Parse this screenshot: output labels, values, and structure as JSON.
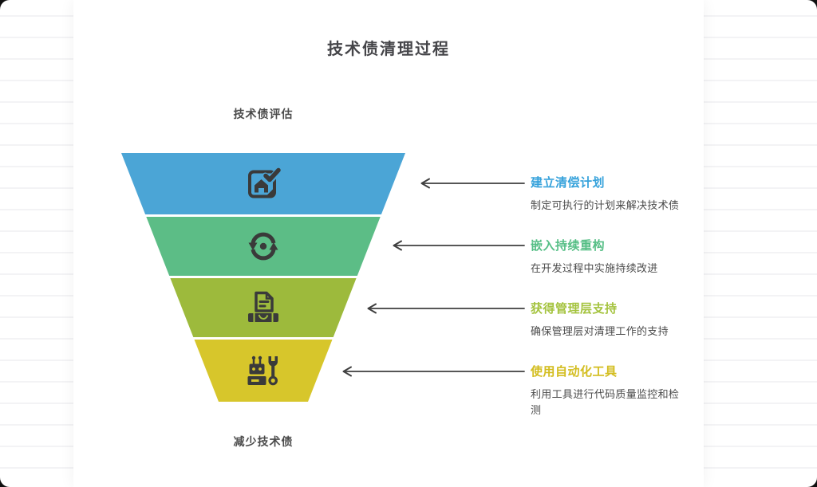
{
  "page": {
    "title": "技术债清理过程"
  },
  "colors": {
    "heading_text": "#454549",
    "label_text": "#4b4b4b",
    "body_text": "#4b4b4b",
    "icon": "#3a3a3a",
    "arrow": "#3f3f3f"
  },
  "funnel": {
    "top_label": "技术债评估",
    "bottom_label": "减少技术债",
    "segments": [
      {
        "icon": "plan-note-icon",
        "color": "#4ba5d6"
      },
      {
        "icon": "sync-refresh-icon",
        "color": "#5cbd86"
      },
      {
        "icon": "agreement-handshake-icon",
        "color": "#9dba3c"
      },
      {
        "icon": "robot-wrench-icon",
        "color": "#d7c62b"
      }
    ]
  },
  "steps": [
    {
      "title": "建立清偿计划",
      "description": "制定可执行的计划来解决技术债",
      "color": "#36a2db"
    },
    {
      "title": "嵌入持续重构",
      "description": "在开发过程中实施持续改进",
      "color": "#55be85"
    },
    {
      "title": "获得管理层支持",
      "description": "确保管理层对清理工作的支持",
      "color": "#a4c33e"
    },
    {
      "title": "使用自动化工具",
      "description": "利用工具进行代码质量监控和检测",
      "color": "#d3bd1f"
    }
  ]
}
